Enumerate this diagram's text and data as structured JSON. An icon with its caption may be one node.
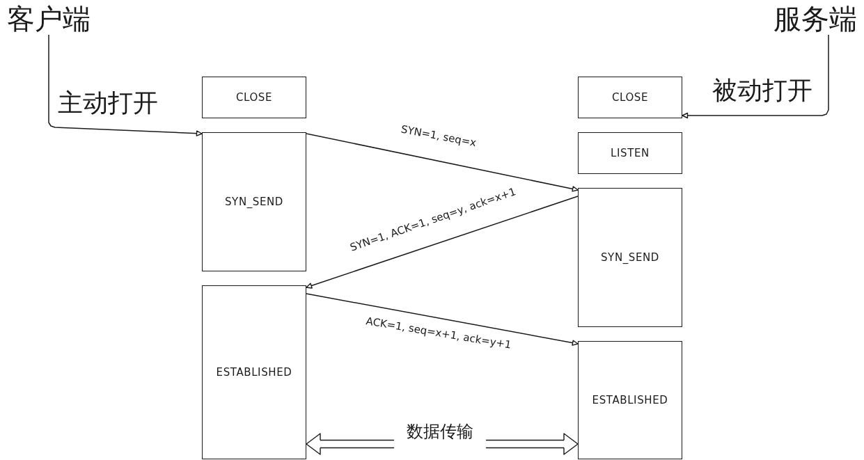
{
  "diagram": {
    "nodes": [
      {
        "text": [
          "客户端"
        ]
      },
      {
        "text": [
          "服务端"
        ]
      },
      {
        "text": [
          "CLOSE"
        ]
      },
      {
        "text": [
          "SYN_SEND"
        ]
      },
      {
        "text": [
          "ESTABLISHED"
        ]
      },
      {
        "text": [
          "CLOSE"
        ]
      },
      {
        "text": [
          "LISTEN"
        ]
      },
      {
        "text": [
          "SYN_SEND"
        ]
      },
      {
        "text": [
          "ESTABLISHED"
        ]
      }
    ],
    "edges": [
      {
        "from": 0,
        "to": 3,
        "arrow": "to",
        "label": "主动打开"
      },
      {
        "from": 1,
        "to": 5,
        "arrow": "to",
        "label": "被动打开"
      },
      {
        "from": 3,
        "to": 7,
        "arrow": "to",
        "label": "SYN=1, seq=x"
      },
      {
        "from": 7,
        "to": 4,
        "arrow": "to",
        "label": "SYN=1, ACK=1, seq=y, ack=x+1"
      },
      {
        "from": 4,
        "to": 8,
        "arrow": "to",
        "label": "ACK=1, seq=x+1, ack=y+1"
      },
      {
        "from": 4,
        "to": 8,
        "arrow": "both",
        "label": "数据传输"
      }
    ]
  }
}
